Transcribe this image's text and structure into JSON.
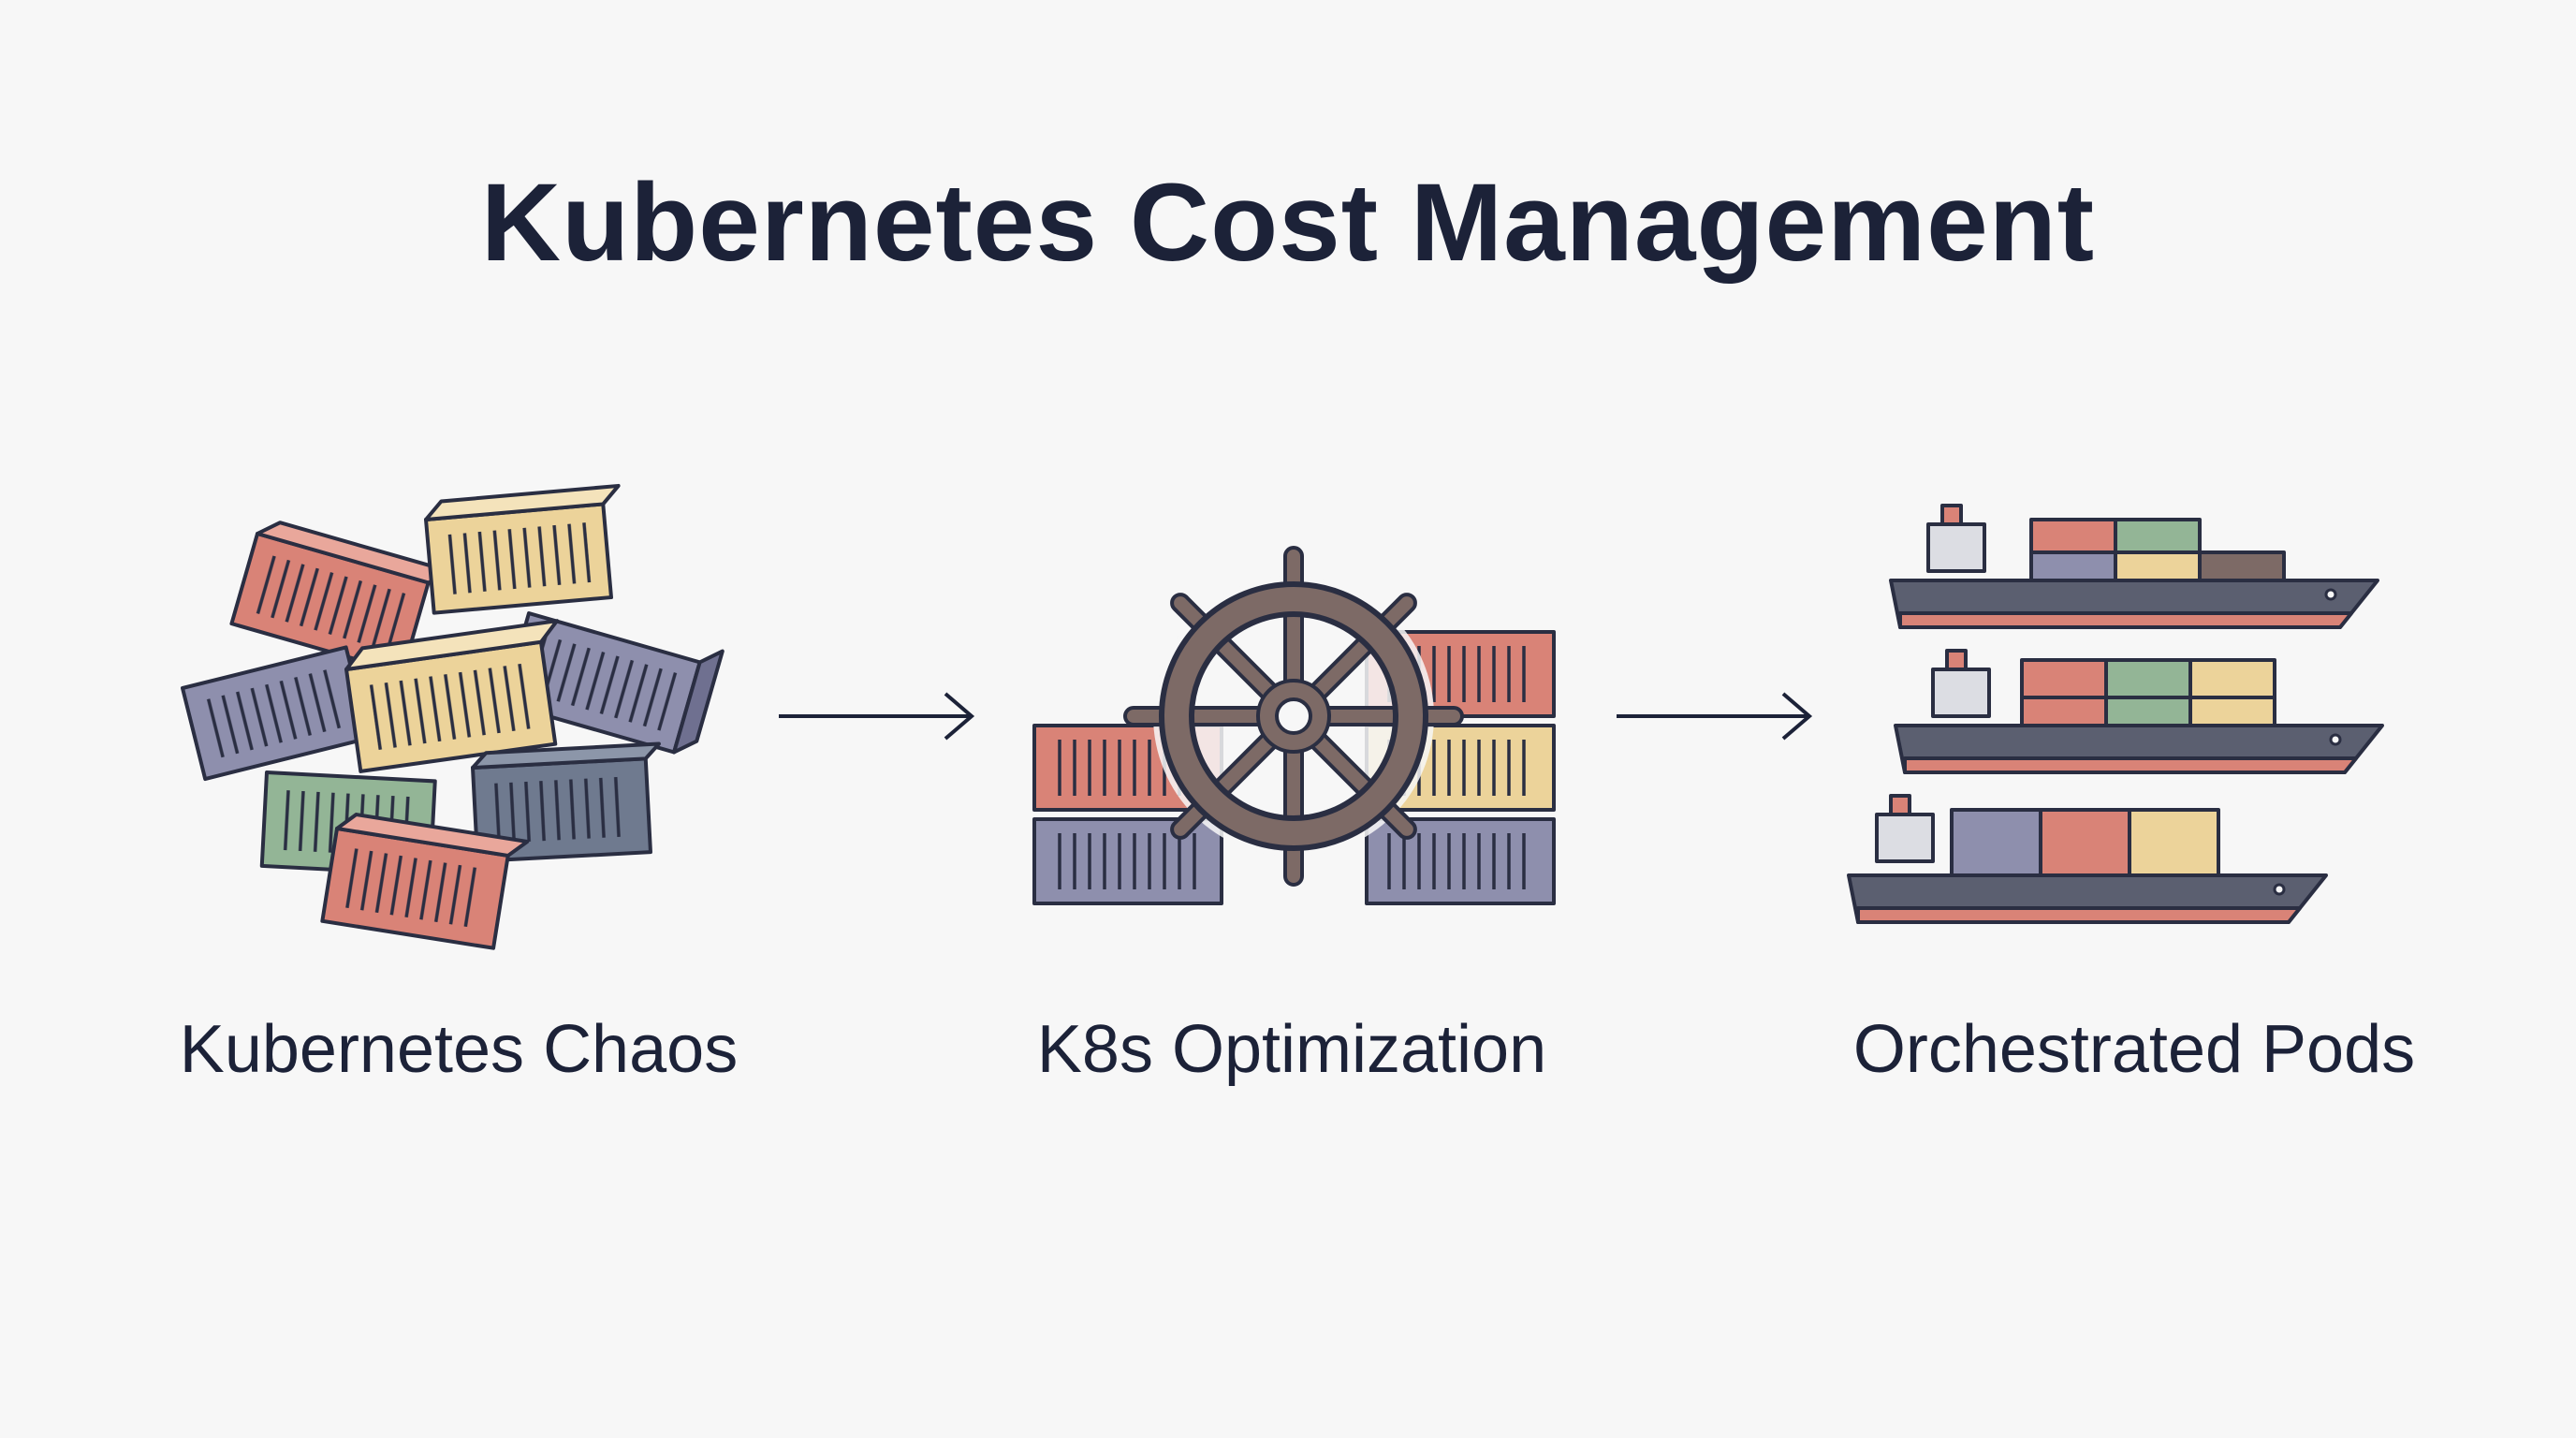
{
  "title": "Kubernetes Cost Management",
  "stages": [
    {
      "label": "Kubernetes Chaos",
      "icon": "scattered-containers-icon"
    },
    {
      "label": "K8s Optimization",
      "icon": "ship-wheel-icon"
    },
    {
      "label": "Orchestrated Pods",
      "icon": "cargo-ships-icon"
    }
  ],
  "connectors": [
    "arrow-right-icon",
    "arrow-right-icon"
  ],
  "colors": {
    "ink": "#1c2238",
    "background": "#f7f7f7",
    "container_red": "#d98377",
    "container_yellow": "#ecd39a",
    "container_purple": "#8e8fad",
    "container_green": "#93b596",
    "container_slate": "#6f7a8f",
    "wheel": "#7d6a66",
    "hull_top": "#5b5f70",
    "hull_bottom": "#d98377"
  }
}
